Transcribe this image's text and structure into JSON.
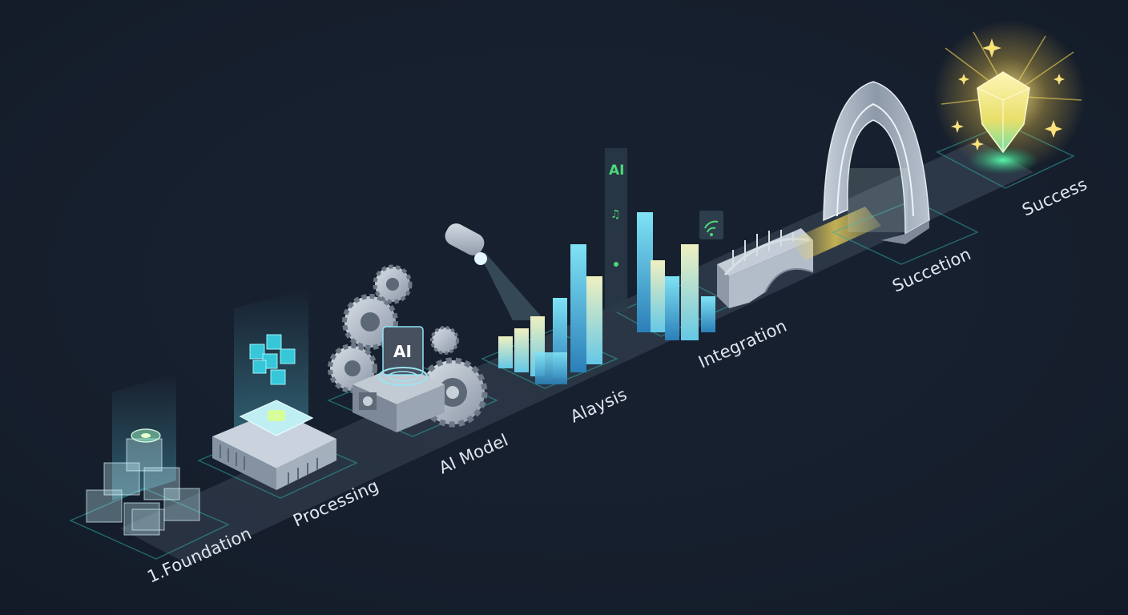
{
  "stages": [
    {
      "label": "1.Foundation"
    },
    {
      "label": "Processing"
    },
    {
      "label": "AI Model"
    },
    {
      "label": "Alaysis"
    },
    {
      "label": "Integration"
    },
    {
      "label": "Succetion"
    },
    {
      "label": "Success"
    }
  ],
  "badges": {
    "chip_text": "AI",
    "panel_text": "AI"
  },
  "icons": {
    "foundation": "cube-stack-icon",
    "processing": "processor-chip-icon",
    "model": "gear-machine-icon",
    "projector": "projector-icon",
    "analysis": "bar-chart-icon",
    "wifi": "wifi-icon",
    "integration": "bridge-icon",
    "succession": "arch-portal-icon",
    "success": "glowing-crystal-icon"
  },
  "colors": {
    "background": "#17202e",
    "path": "#273241",
    "accent_cyan": "#3fc8e8",
    "accent_green": "#3ee08a",
    "accent_gold": "#f5d85a",
    "label": "#dfe6ee"
  }
}
